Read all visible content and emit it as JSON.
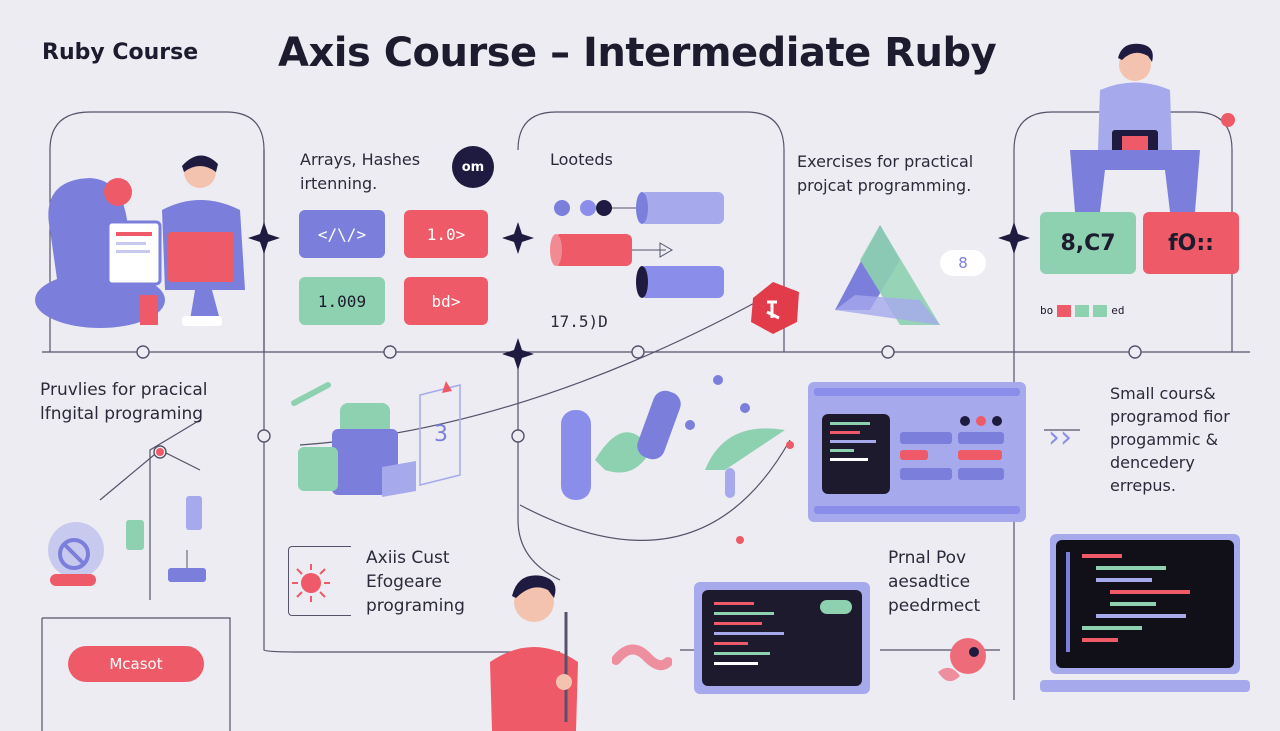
{
  "header": {
    "brand": "Ruby Course",
    "title": "Axis Course – Intermediate Ruby"
  },
  "card_arrays": {
    "title": "Arrays, Hashes\nirtenning.",
    "badge": "om",
    "pills": [
      "</\\/>",
      "1.0>",
      "1.009",
      "bd>"
    ]
  },
  "card_loops": {
    "title": "Looteds",
    "footer": "17.5)D"
  },
  "card_exercises": {
    "title": "Exercises for practical\nprojcat programming.",
    "badge": "8"
  },
  "card_right": {
    "tile_left": "8,C7",
    "tile_right": "fO::",
    "legend": "bo",
    "legend_end": "ed"
  },
  "left_section": {
    "text": "Pruvlies for pracical\nlfngital programing",
    "button": "Mcasot"
  },
  "axis_section": {
    "text": "Axiis Cust\nEfogeare\nprograming",
    "panel_number": "3"
  },
  "final_section": {
    "text": "Prnal Pov\naesadtice\npeedrmect"
  },
  "small_section": {
    "text": "Small cours&\nprogramod fior\nprogammic &\ndencedery\nerrepus."
  },
  "colors": {
    "purple": "#7b7fdb",
    "red": "#ee5a67",
    "green": "#8ed1b0",
    "navy": "#1f1b40",
    "background": "#ececf2"
  }
}
